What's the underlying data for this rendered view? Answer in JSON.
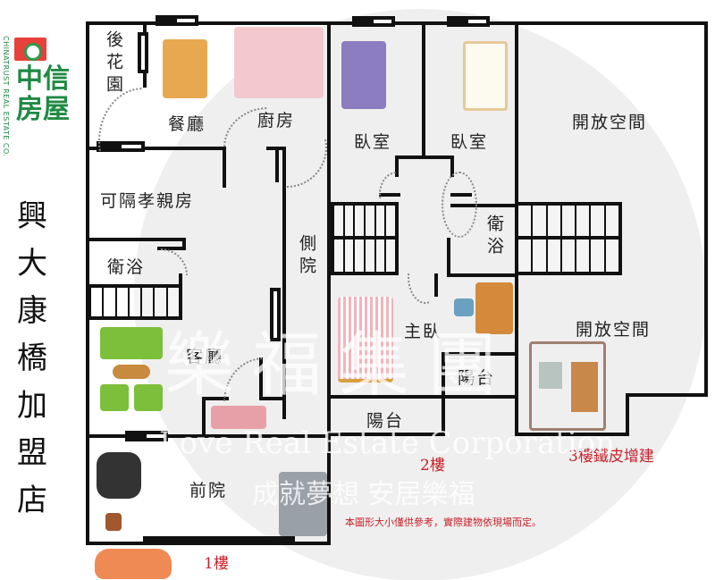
{
  "brand": {
    "name_cn": "中信房屋",
    "name_en": "CHINATRUST REAL ESTATE CO.",
    "color": "#1f8a43",
    "logo_color": "#e8403a"
  },
  "store": {
    "name_chars": [
      "興",
      "大",
      "康",
      "橋",
      "加",
      "盟",
      "店"
    ]
  },
  "watermark": {
    "main": "樂福集團",
    "english": "Love Real Estate Corporation",
    "slogan": "成就夢想 安居樂福"
  },
  "floor1": {
    "label": "1樓",
    "rooms": {
      "back_garden": "後花園",
      "dining": "餐廳",
      "kitchen": "廚房",
      "parent_room": "可隔孝親房",
      "bathroom": "衛浴",
      "side_yard": "側院",
      "living": "客廳",
      "front_yard": "前院"
    }
  },
  "floor2": {
    "label": "2樓",
    "rooms": {
      "bedroom_1": "臥室",
      "bedroom_2": "臥室",
      "bathroom": "衛浴",
      "master": "主臥",
      "balcony_1": "陽台",
      "balcony_2": "陽台"
    }
  },
  "floor3": {
    "label": "3樓鐵皮增建",
    "rooms": {
      "open_space_1": "開放空間",
      "open_space_2": "開放空間"
    }
  },
  "disclaimer": "本圖形大小僅供參考，實際建物依現場而定。",
  "colors": {
    "wall": "#111111",
    "annotation_red": "#c8202a",
    "watermark_bg": "#efefef"
  }
}
